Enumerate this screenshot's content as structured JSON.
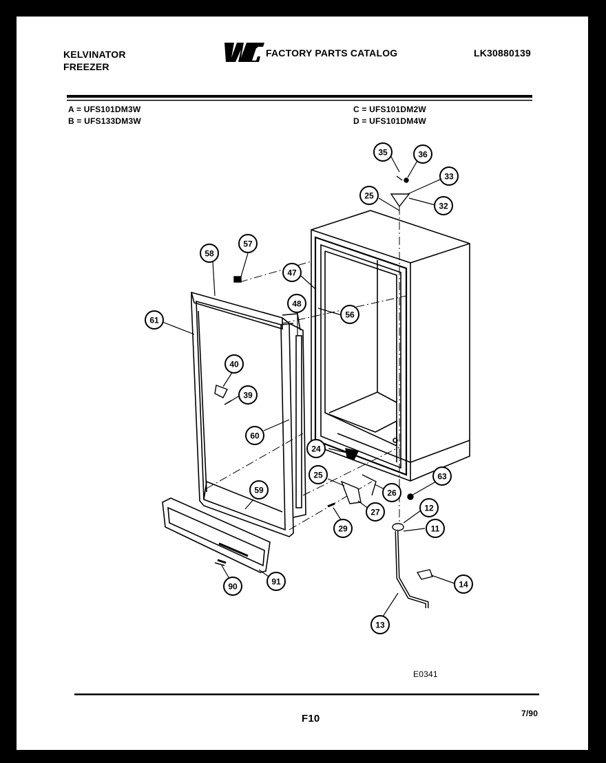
{
  "header": {
    "brand": "KELVINATOR",
    "product": "FREEZER",
    "logo_text": "WCI",
    "catalog_title": "FACTORY PARTS CATALOG",
    "catalog_number": "LK30880139"
  },
  "models": [
    {
      "code": "A",
      "model": "UFS101DM3W"
    },
    {
      "code": "B",
      "model": "UFS133DM3W"
    },
    {
      "code": "C",
      "model": "UFS101DM2W"
    },
    {
      "code": "D",
      "model": "UFS101DM4W"
    }
  ],
  "callouts": [
    "35",
    "36",
    "33",
    "32",
    "25",
    "57",
    "58",
    "47",
    "56",
    "48",
    "61",
    "40",
    "39",
    "60",
    "24",
    "25",
    "26",
    "63",
    "59",
    "27",
    "12",
    "29",
    "11",
    "91",
    "90",
    "14",
    "13"
  ],
  "footer": {
    "figure_code": "E0341",
    "page": "F10",
    "date": "7/90"
  }
}
